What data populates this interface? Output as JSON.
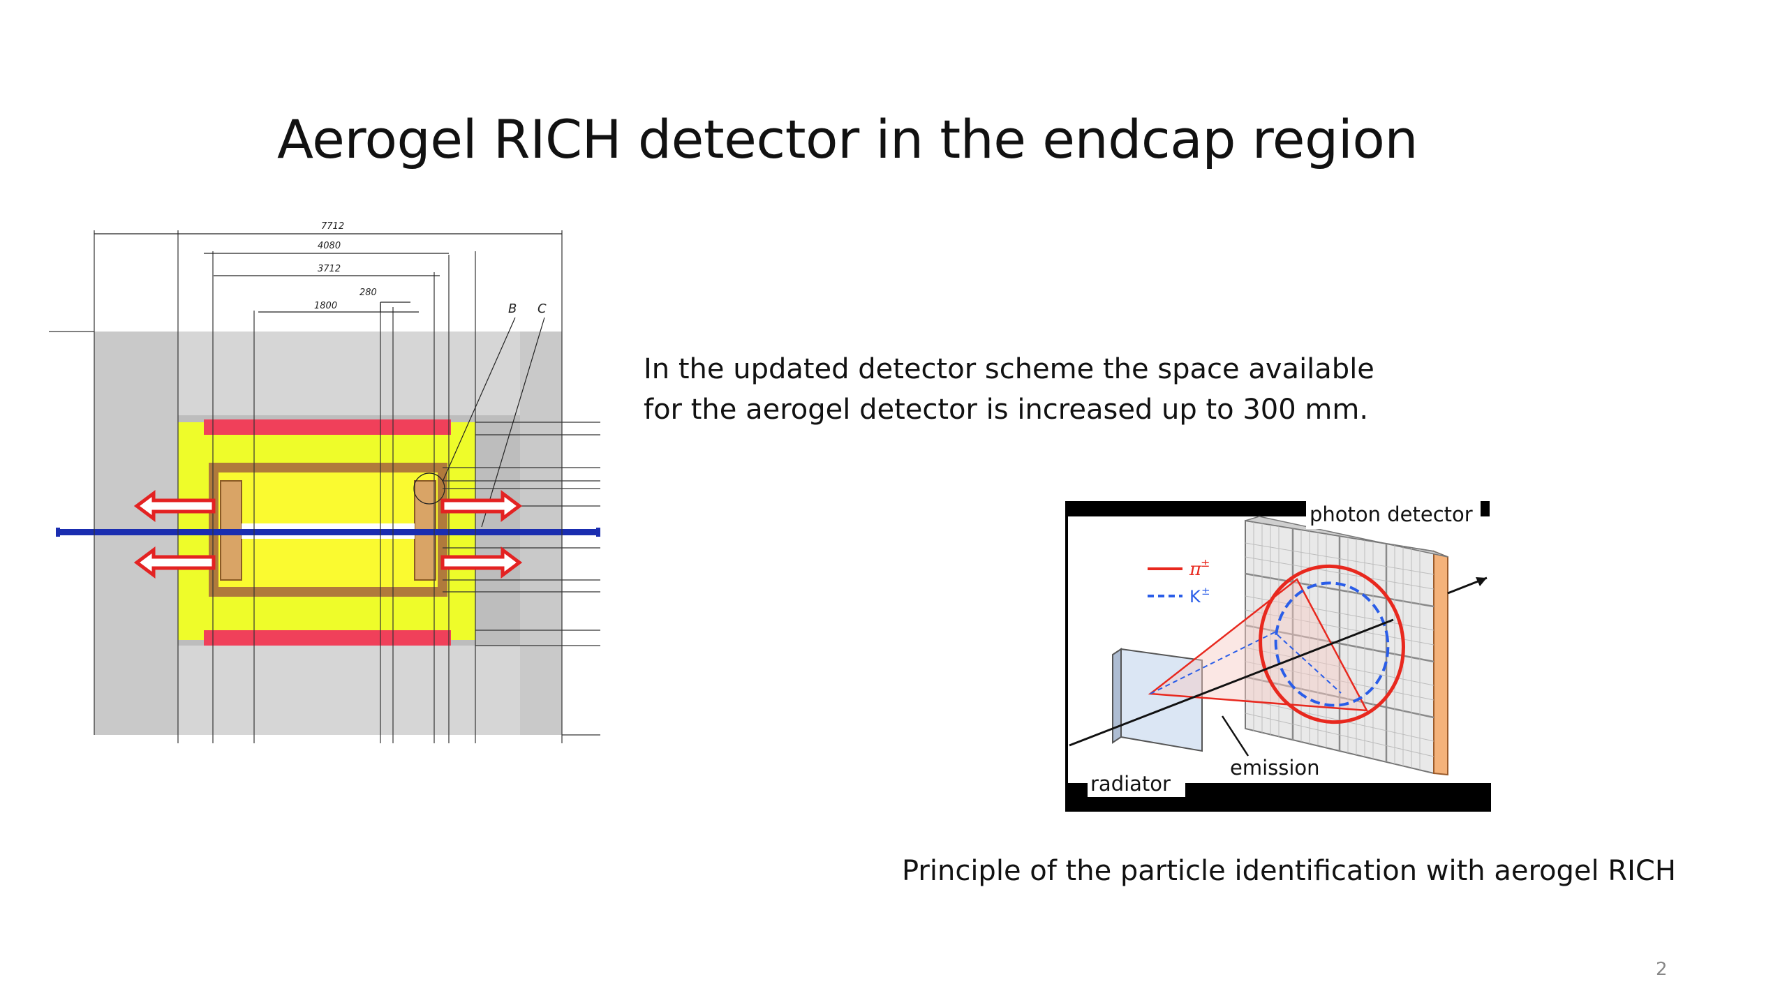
{
  "slide": {
    "title": "Aerogel RICH detector in the endcap region",
    "body_lines": [
      "In the updated detector scheme the space available",
      "for the aerogel detector is increased up to 300 mm."
    ],
    "caption": "Principle of the particle identification with aerogel RICH",
    "page_number": "2"
  },
  "engineering_drawing": {
    "dimensions": [
      "7712",
      "4080",
      "3712",
      "280",
      "1800"
    ],
    "callouts": [
      "B",
      "C"
    ],
    "colors": {
      "iron_yoke": "#c8c8c8",
      "calorimeter": "#f0ff2e",
      "crystal_ring": "#f0405a",
      "frame": "#b07a3c",
      "beam_pipe": "#1a2db0",
      "arrow": "#e32222"
    }
  },
  "rich_diagram": {
    "labels": {
      "photon_detector": "photon detector",
      "radiator": "radiator",
      "emission": "emission",
      "pion": "π",
      "pion_charge": "±",
      "kaon": "K",
      "kaon_charge": "±"
    },
    "colors": {
      "pion_ring": "#e8281e",
      "kaon_ring": "#2a5de8",
      "detector_edge": "#f4b27a",
      "radiator_fill": "#dbe6f4"
    }
  }
}
